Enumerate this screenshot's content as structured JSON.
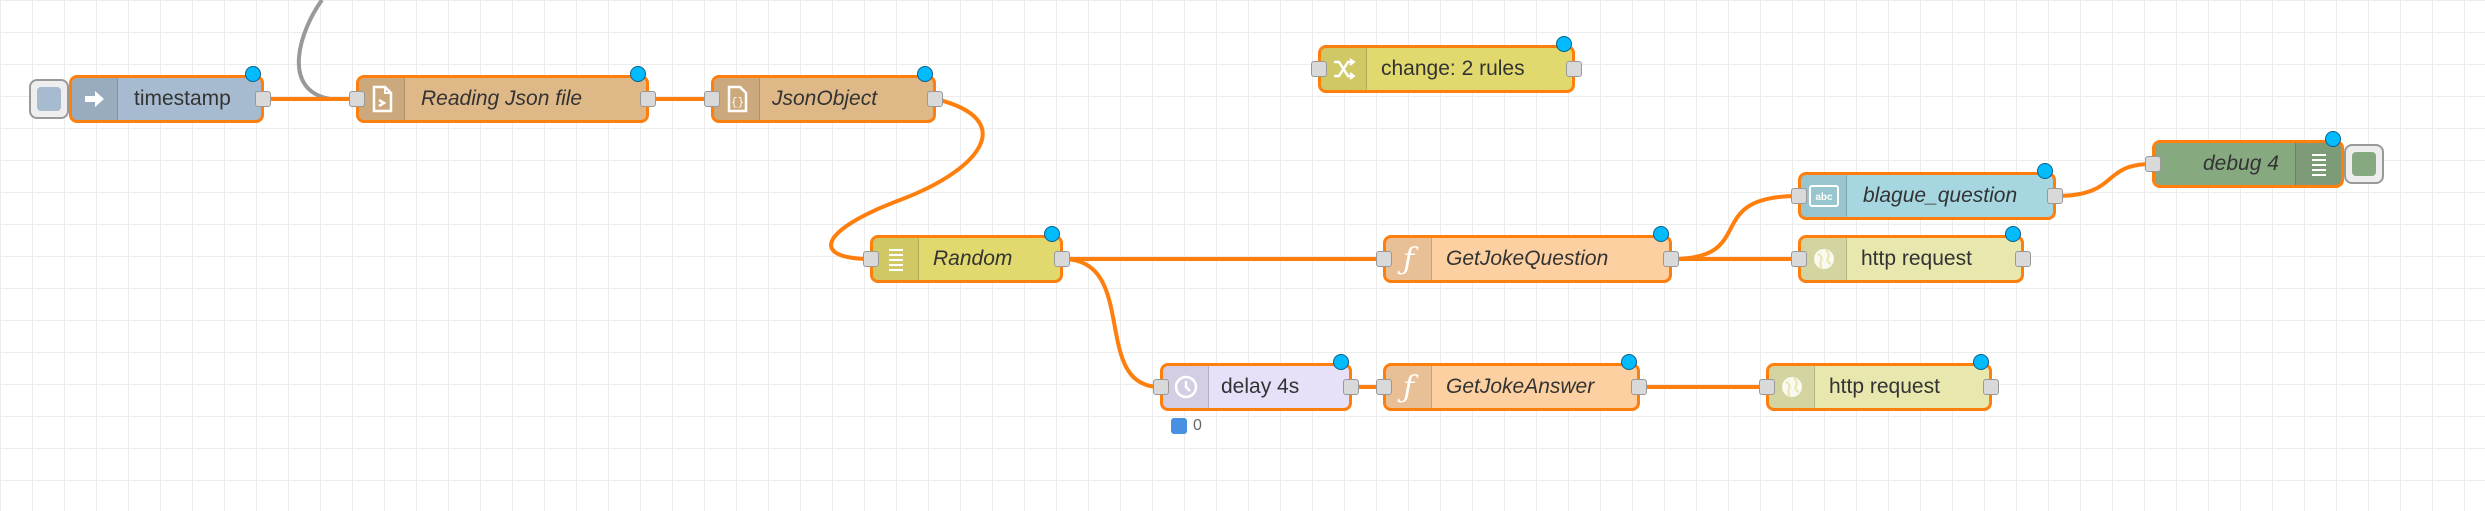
{
  "flow": {
    "nodes": [
      {
        "id": "timestamp",
        "label": "timestamp",
        "italic": false,
        "color": "#a6bbcf",
        "icon": "arrow-right-icon"
      },
      {
        "id": "reading-json",
        "label": "Reading Json file",
        "italic": true,
        "color": "#deb887",
        "icon": "file-icon"
      },
      {
        "id": "jsonobject",
        "label": "JsonObject",
        "italic": true,
        "color": "#deb887",
        "icon": "json-icon"
      },
      {
        "id": "change",
        "label": "change: 2 rules",
        "italic": false,
        "color": "#e2d96e",
        "icon": "shuffle-icon"
      },
      {
        "id": "random",
        "label": "Random",
        "italic": true,
        "color": "#e2d96e",
        "icon": "list-icon"
      },
      {
        "id": "get-joke-question",
        "label": "GetJokeQuestion",
        "italic": true,
        "color": "#fdd0a2",
        "icon": "function-icon"
      },
      {
        "id": "blague-question",
        "label": "blague_question",
        "italic": true,
        "color": "#a6d6e0",
        "icon": "text-abc-icon"
      },
      {
        "id": "http-request-1",
        "label": "http request",
        "italic": false,
        "color": "#e7e7ae",
        "icon": "globe-icon"
      },
      {
        "id": "debug4",
        "label": "debug 4",
        "italic": true,
        "color": "#87a980",
        "icon": "list-icon"
      },
      {
        "id": "delay",
        "label": "delay 4s",
        "italic": false,
        "color": "#e6e0f8",
        "icon": "timer-icon"
      },
      {
        "id": "get-joke-answer",
        "label": "GetJokeAnswer",
        "italic": true,
        "color": "#fdd0a2",
        "icon": "function-icon"
      },
      {
        "id": "http-request-2",
        "label": "http request",
        "italic": false,
        "color": "#e7e7ae",
        "icon": "globe-icon"
      }
    ],
    "delay_status": "0",
    "colors": {
      "wire": "#ff7f0e",
      "wire_unselected": "#999999",
      "changed_dot": "#00bcff",
      "status_blue": "#4a90e2",
      "debug_button": "#87a980"
    }
  }
}
